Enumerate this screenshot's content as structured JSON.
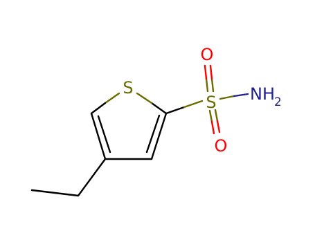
{
  "molecule": {
    "atoms": {
      "ring_s": {
        "symbol": "S",
        "color": "#6b6b00"
      },
      "sulfonyl_s": {
        "symbol": "S",
        "color": "#6b6b00"
      },
      "oxygen_top": {
        "symbol": "O",
        "color": "#ff0000"
      },
      "oxygen_bottom": {
        "symbol": "O",
        "color": "#ff0000"
      },
      "amine": {
        "symbol": "NH",
        "subscript": "2",
        "color": "#1f1f8f"
      }
    },
    "bond_colors": {
      "carbon": "#000000",
      "sulfur": "#6b6b00",
      "oxygen": "#ff0000",
      "nitrogen": "#1f1f8f"
    }
  }
}
